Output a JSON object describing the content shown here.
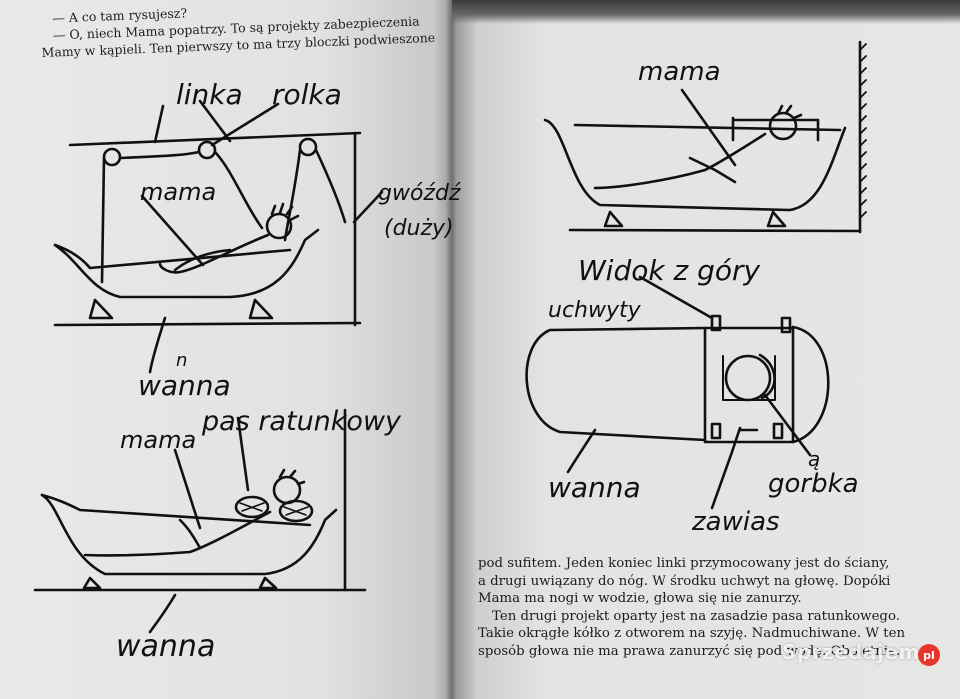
{
  "left_page": {
    "text_lines": [
      "— A co tam rysujesz?",
      "— O, niech Mama popatrzy. To są projekty zabezpieczenia",
      "Mamy w kąpieli. Ten pierwszy to ma trzy bloczki podwieszone"
    ],
    "figure_1_labels": {
      "linka": "linka",
      "rolka": "rolka",
      "mama": "mama",
      "gwozdz": "gwóźdź",
      "duzy": "(duży)",
      "wanna": "wanna",
      "wanna_correction": "n"
    },
    "figure_2_labels": {
      "mama": "mama",
      "pas": "pas ratunkowy",
      "wanna": "wanna"
    }
  },
  "right_page": {
    "figure_3_labels": {
      "mama": "mama"
    },
    "figure_4_labels": {
      "title": "Widok z góry",
      "uchwyty": "uchwyty",
      "wanna": "wanna",
      "gorka": "gorbka",
      "gorka_correction": "ą",
      "zawias": "zawias"
    },
    "body_lines": [
      "pod sufitem. Jeden koniec linki przymocowany jest do ściany,",
      "a drugi uwiązany do nóg. W środku uchwyt na głowę. Dopóki",
      "Mama ma nogi w wodzie, głowa się nie zanurzy.",
      "Ten drugi projekt oparty jest na zasadzie pasa ratunkowego.",
      "Takie okrągłe kółko z otworem na szyję. Nadmuchiwane. W ten",
      "sposób głowa nie ma prawa zanurzyć się pod wodę. Obojętnie."
    ]
  },
  "watermark": {
    "text": "Sprzedajemy",
    "badge": "pl"
  },
  "colors": {
    "paper": "#e6e6e4",
    "ink": "#111111",
    "watermark_badge": "#e8352c"
  }
}
